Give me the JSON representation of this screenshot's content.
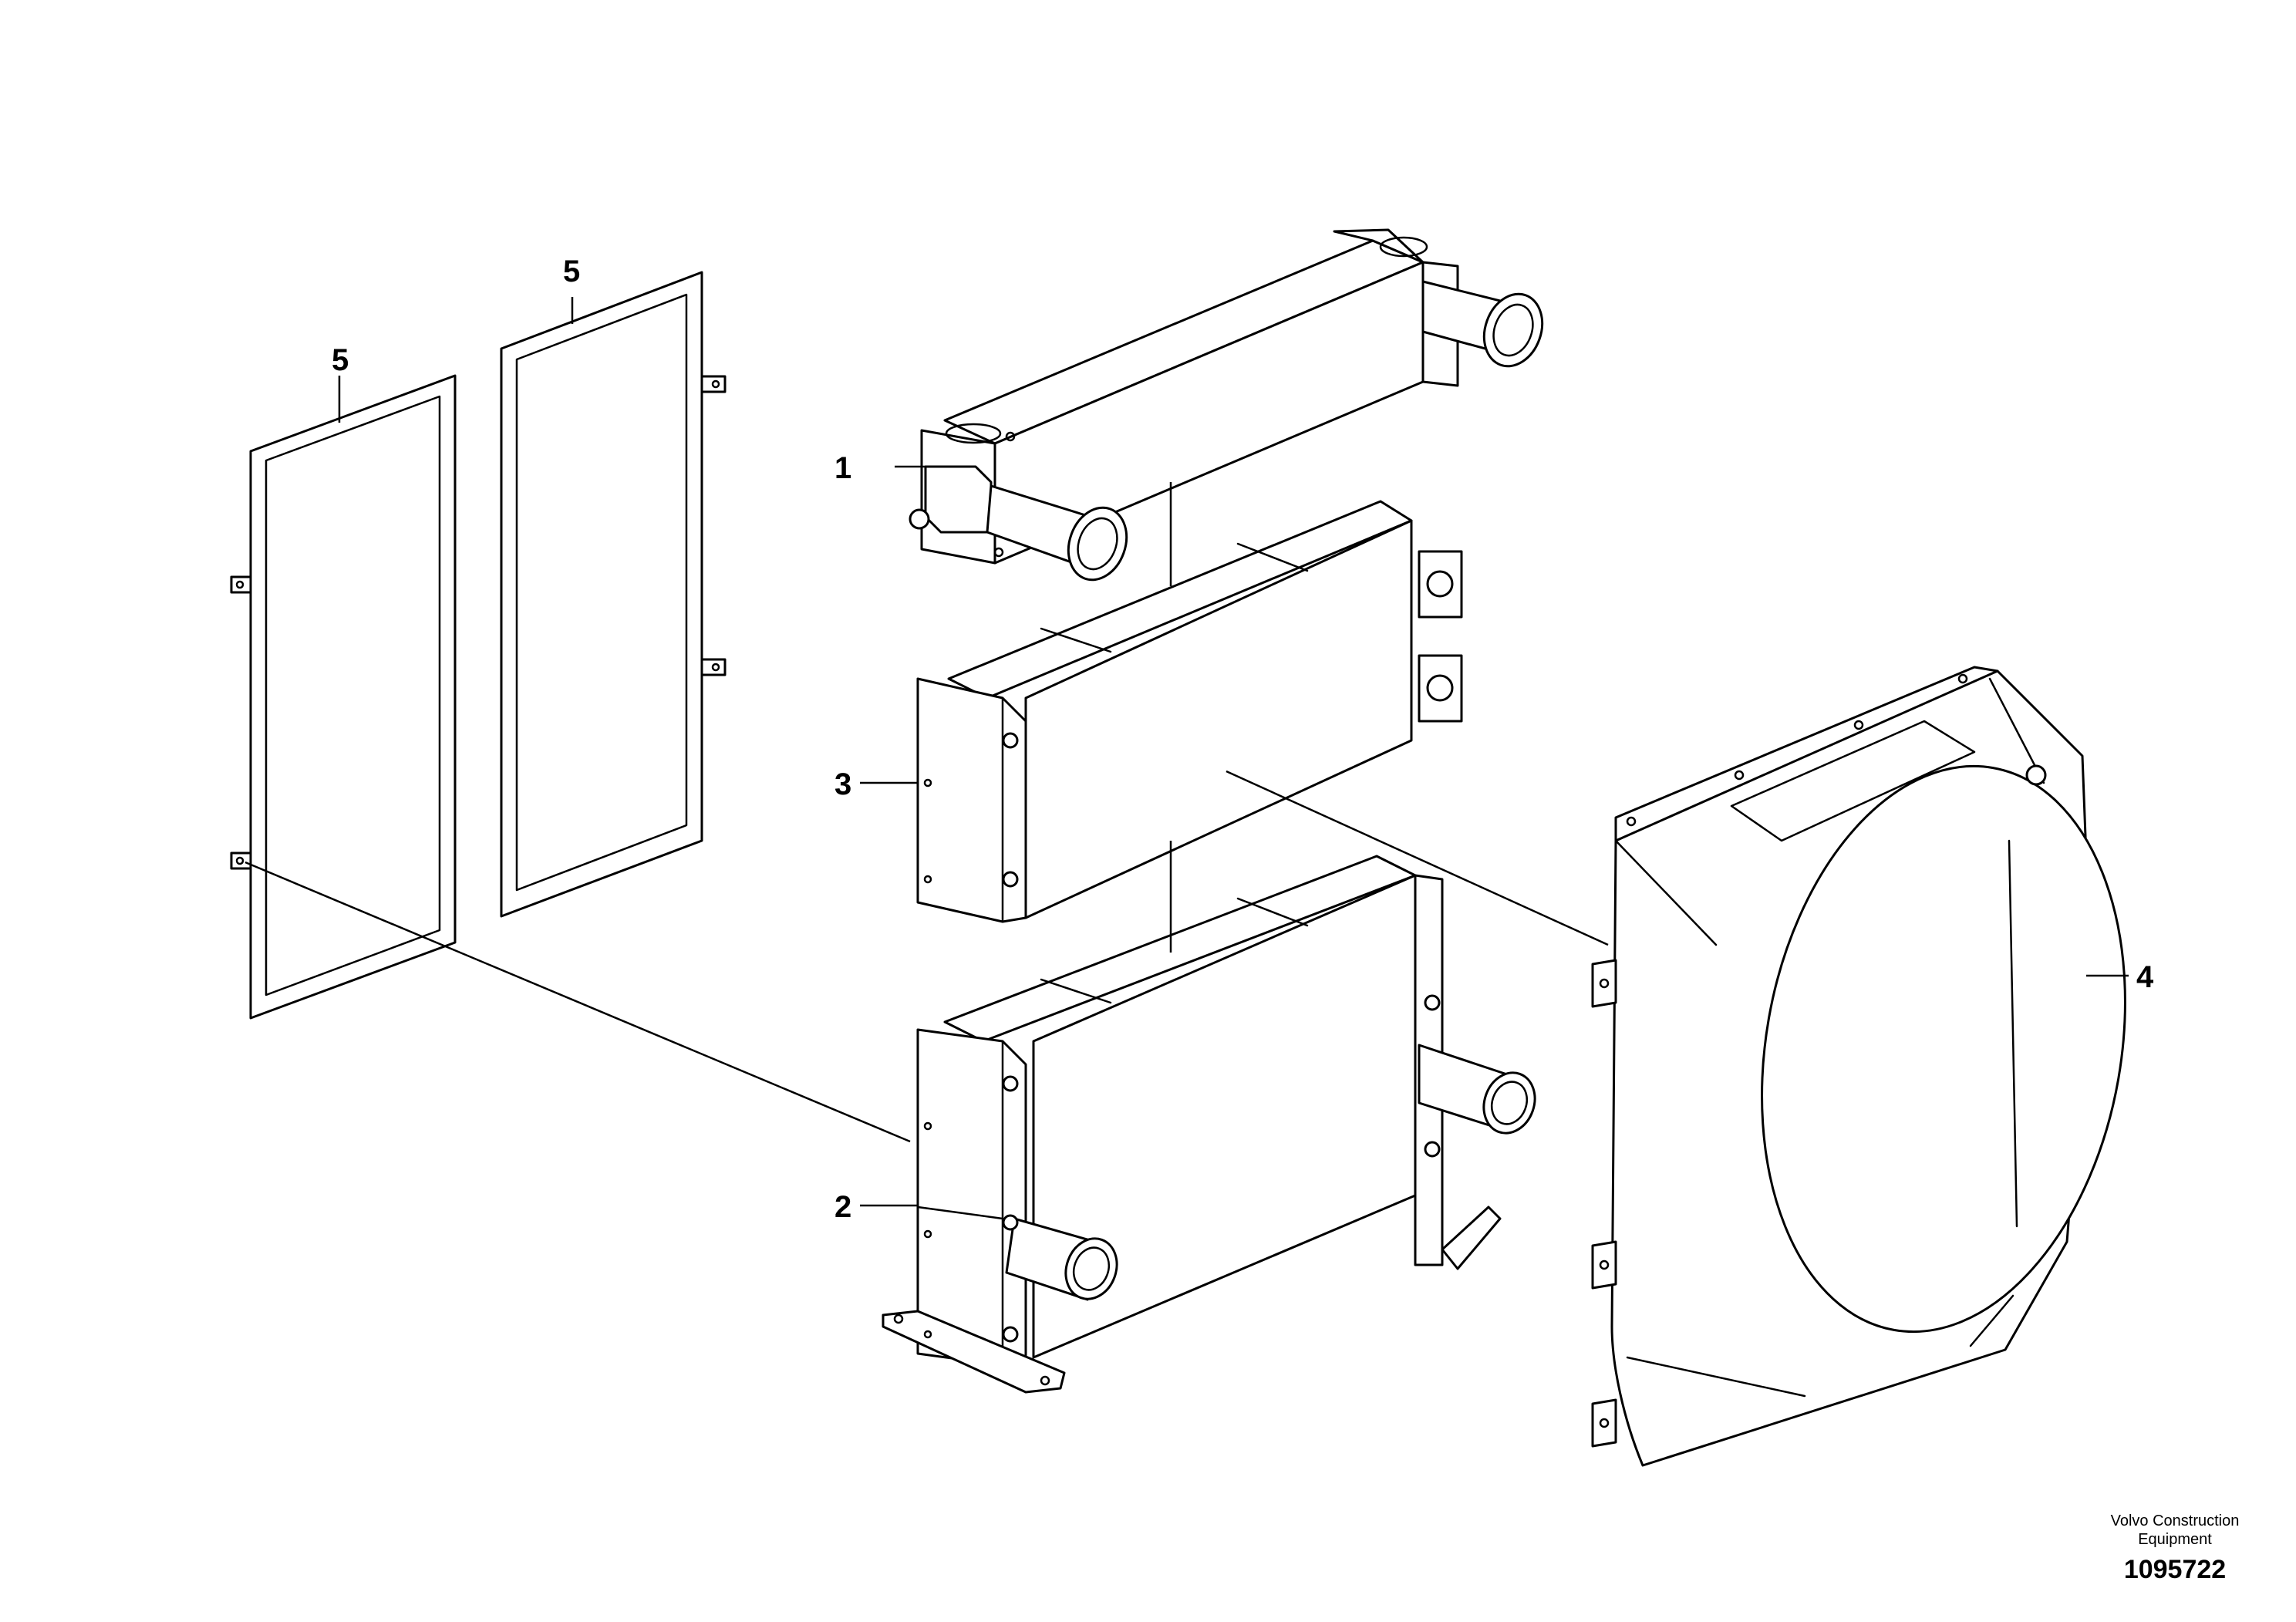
{
  "callouts": {
    "item1": "1",
    "item2": "2",
    "item3": "3",
    "item4": "4",
    "item5a": "5",
    "item5b": "5"
  },
  "caption": {
    "line1": "Volvo Construction",
    "line2": "Equipment",
    "drawing_number": "1095722"
  },
  "colors": {
    "ink": "#000000",
    "paper": "#ffffff"
  }
}
